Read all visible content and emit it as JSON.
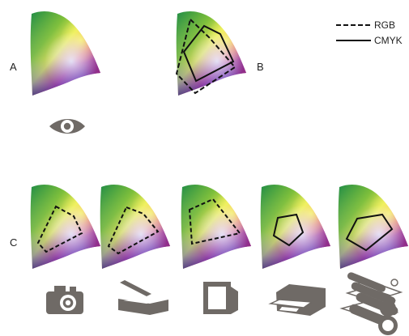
{
  "labels": {
    "a": "A",
    "b": "B",
    "c": "C"
  },
  "legend": {
    "rgb": "RGB",
    "cmyk": "CMYK"
  },
  "icons": {
    "eye": "eye-icon",
    "camera": "camera-icon",
    "scanner": "scanner-icon",
    "monitor": "monitor-icon",
    "printer": "desktop-printer-icon",
    "press": "printing-press-icon"
  },
  "colors": {
    "device_icon": "#6f6a66",
    "outline": "#111111"
  }
}
